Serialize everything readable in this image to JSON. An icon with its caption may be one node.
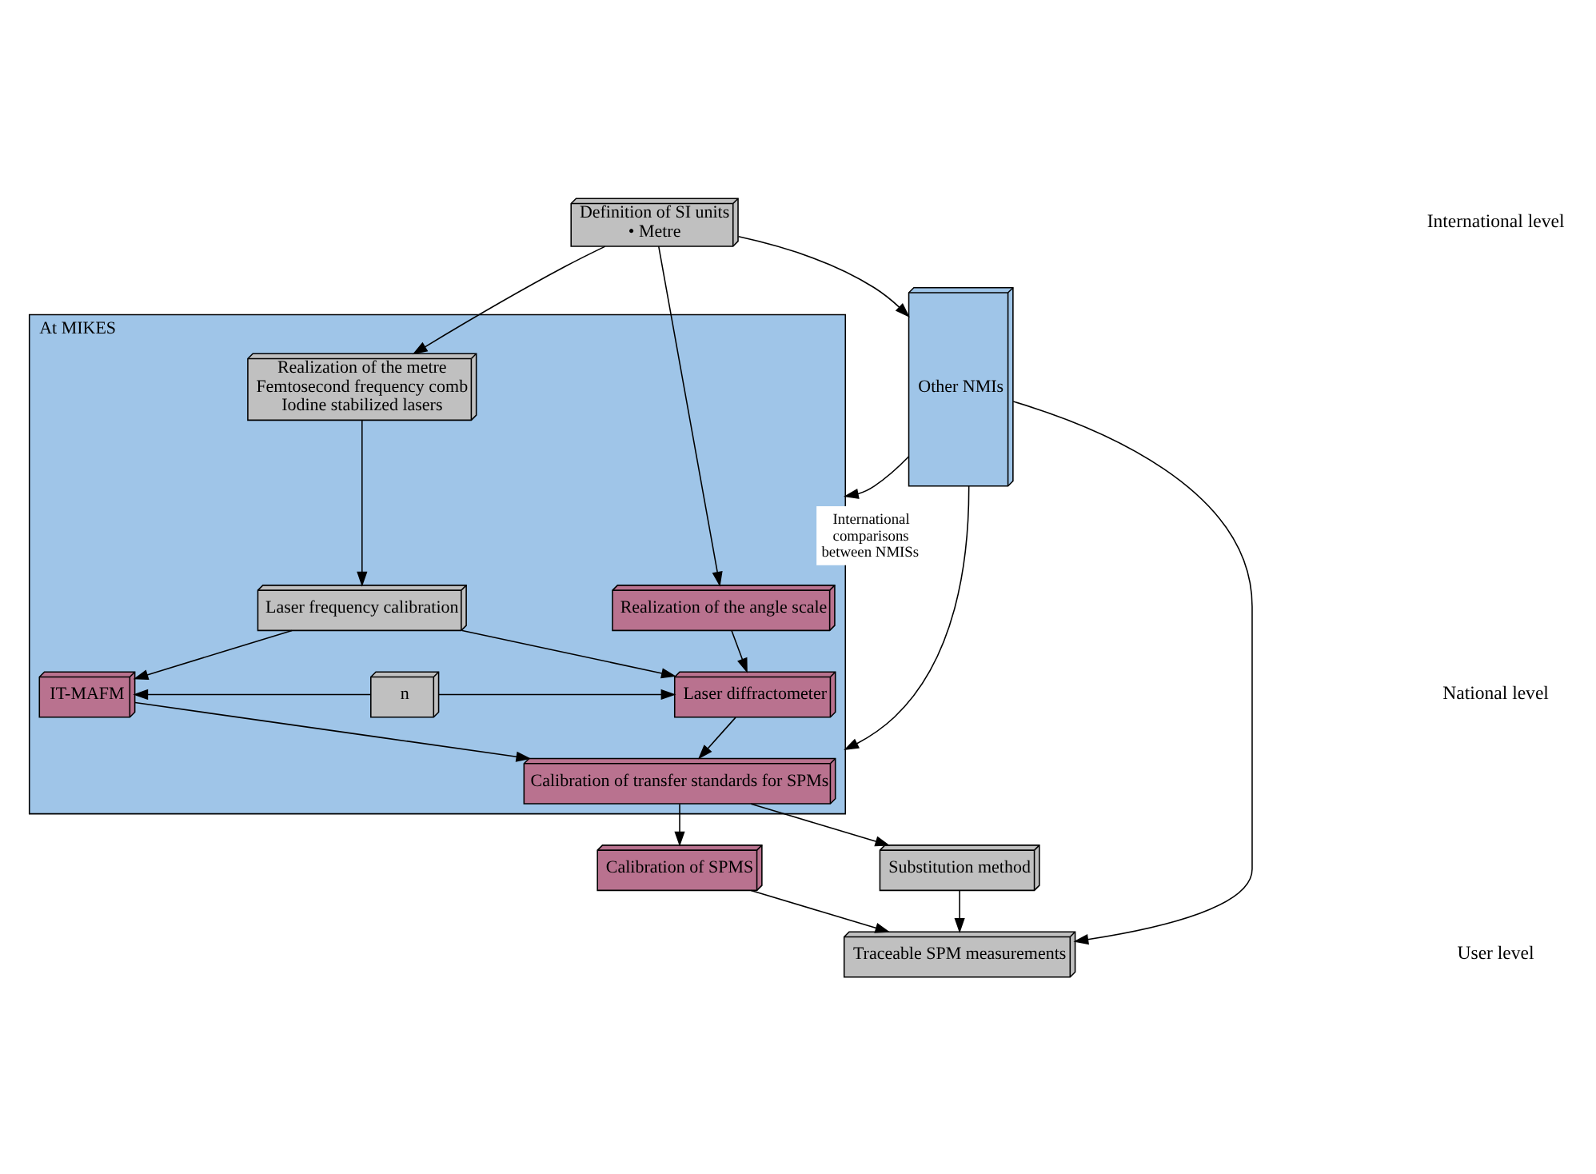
{
  "diagram": {
    "nodes": [
      {
        "text": [
          "Definition of SI units",
          "• Metre"
        ]
      },
      {
        "text": [
          "At MIKES"
        ]
      },
      {
        "text": [
          "Realization of the metre",
          "Femtosecond frequency comb",
          "Iodine stabilized lasers"
        ],
        "in": 1
      },
      {
        "text": [
          "Laser frequency calibration"
        ],
        "in": 1
      },
      {
        "text": [
          "Realization of the angle scale"
        ],
        "in": 1
      },
      {
        "text": [
          "IT-MAFM"
        ],
        "in": 1
      },
      {
        "text": [
          "n"
        ],
        "in": 1
      },
      {
        "text": [
          "Laser diffractometer"
        ],
        "in": 1
      },
      {
        "text": [
          "Calibration of transfer standards for SPMs"
        ],
        "in": 1
      },
      {
        "text": [
          "Other NMIs"
        ]
      },
      {
        "text": [
          "Calibration of SPMS"
        ]
      },
      {
        "text": [
          "Substitution method"
        ]
      },
      {
        "text": [
          "Traceable SPM measurements"
        ]
      }
    ],
    "edges": [
      {
        "from": 0,
        "to": 2,
        "arrow": "to"
      },
      {
        "from": 0,
        "to": 4,
        "arrow": "to"
      },
      {
        "from": 0,
        "to": 9,
        "arrow": "to"
      },
      {
        "from": 2,
        "to": 3,
        "arrow": "to"
      },
      {
        "from": 3,
        "to": 5,
        "arrow": "to"
      },
      {
        "from": 3,
        "to": 7,
        "arrow": "to"
      },
      {
        "from": 4,
        "to": 7,
        "arrow": "to"
      },
      {
        "from": 6,
        "to": 5,
        "arrow": "to"
      },
      {
        "from": 6,
        "to": 7,
        "arrow": "to"
      },
      {
        "from": 5,
        "to": 8,
        "arrow": "to"
      },
      {
        "from": 7,
        "to": 8,
        "arrow": "to"
      },
      {
        "from": 9,
        "to": 1,
        "arrow": "to",
        "label": "International comparisons between NMISs"
      },
      {
        "from": 9,
        "to": 1,
        "arrow": "to"
      },
      {
        "from": 8,
        "to": 10,
        "arrow": "to"
      },
      {
        "from": 8,
        "to": 11,
        "arrow": "to"
      },
      {
        "from": 10,
        "to": 12,
        "arrow": "to"
      },
      {
        "from": 11,
        "to": 12,
        "arrow": "to"
      },
      {
        "from": 9,
        "to": 12,
        "arrow": "to"
      }
    ],
    "labels": [
      "International level",
      "National level",
      "User level"
    ]
  }
}
